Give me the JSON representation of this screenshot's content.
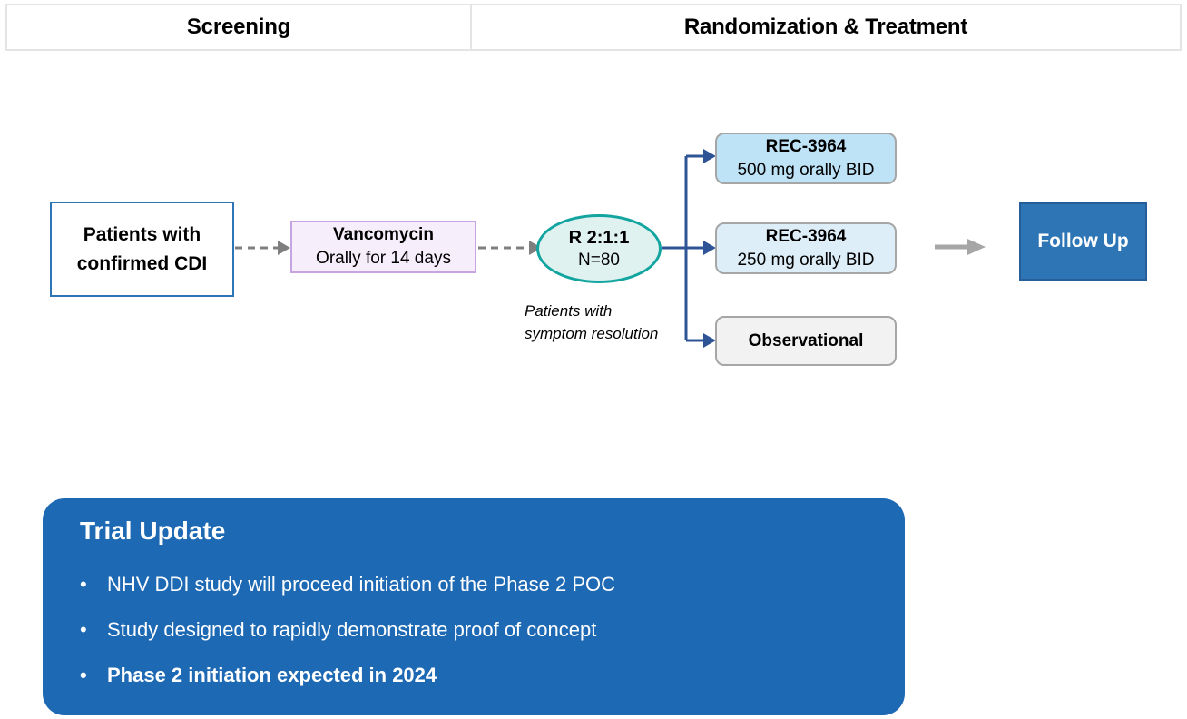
{
  "header": {
    "left": "Screening",
    "right": "Randomization & Treatment"
  },
  "flow": {
    "patients_box": {
      "line1": "Patients with",
      "line2": "confirmed CDI"
    },
    "vancomycin_box": {
      "title": "Vancomycin",
      "subtitle": "Orally for 14 days"
    },
    "randomization": {
      "title": "R 2:1:1",
      "subtitle": "N=80"
    },
    "symptom_note": {
      "line1": "Patients with",
      "line2": "symptom resolution"
    },
    "arms": [
      {
        "title": "REC-3964",
        "subtitle": "500 mg orally BID"
      },
      {
        "title": "REC-3964",
        "subtitle": "250 mg orally BID"
      },
      {
        "title": "Observational",
        "subtitle": ""
      }
    ],
    "followup": {
      "label": "Follow Up"
    }
  },
  "trial_update": {
    "title": "Trial Update",
    "bullet_glyph": "•",
    "bullets": [
      {
        "text": "NHV DDI study will proceed initiation of the Phase 2 POC",
        "bold": false
      },
      {
        "text": "Study designed to rapidly demonstrate proof of concept",
        "bold": false
      },
      {
        "text": "Phase 2 initiation expected in 2024",
        "bold": true
      }
    ]
  },
  "colors": {
    "screening_border": "#E4E4E4",
    "patients_border": "#2E75B6",
    "vancomycin_fill": "#F7EEFB",
    "vancomycin_border": "#C9A4E3",
    "ellipse_fill": "#DFF2F0",
    "ellipse_border": "#12A5A0",
    "connector_navy": "#2F5496",
    "dashed_gray": "#7F7F7F",
    "arm_500_fill": "#BEE3F7",
    "arm_250_fill": "#DEEEF8",
    "arm_obs_fill": "#F2F2F2",
    "arm_border": "#A6A6A6",
    "followup_fill": "#2E75B6",
    "panel_fill": "#1E69B4",
    "big_arrow_gray": "#A6A6A6"
  }
}
